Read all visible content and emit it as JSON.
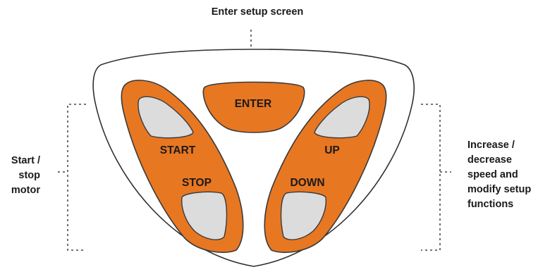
{
  "title": "Enter setup screen",
  "left_caption": [
    "Start /",
    "stop",
    "motor"
  ],
  "right_caption": [
    "Increase /",
    "decrease",
    "speed and",
    "modify setup",
    "functions"
  ],
  "keys": {
    "enter": "ENTER",
    "start": "START",
    "stop": "STOP",
    "up": "UP",
    "down": "DOWN"
  },
  "colors": {
    "key_fill": "#e87722",
    "window_fill": "#dcdcdc",
    "outline": "#3a3a3a"
  }
}
